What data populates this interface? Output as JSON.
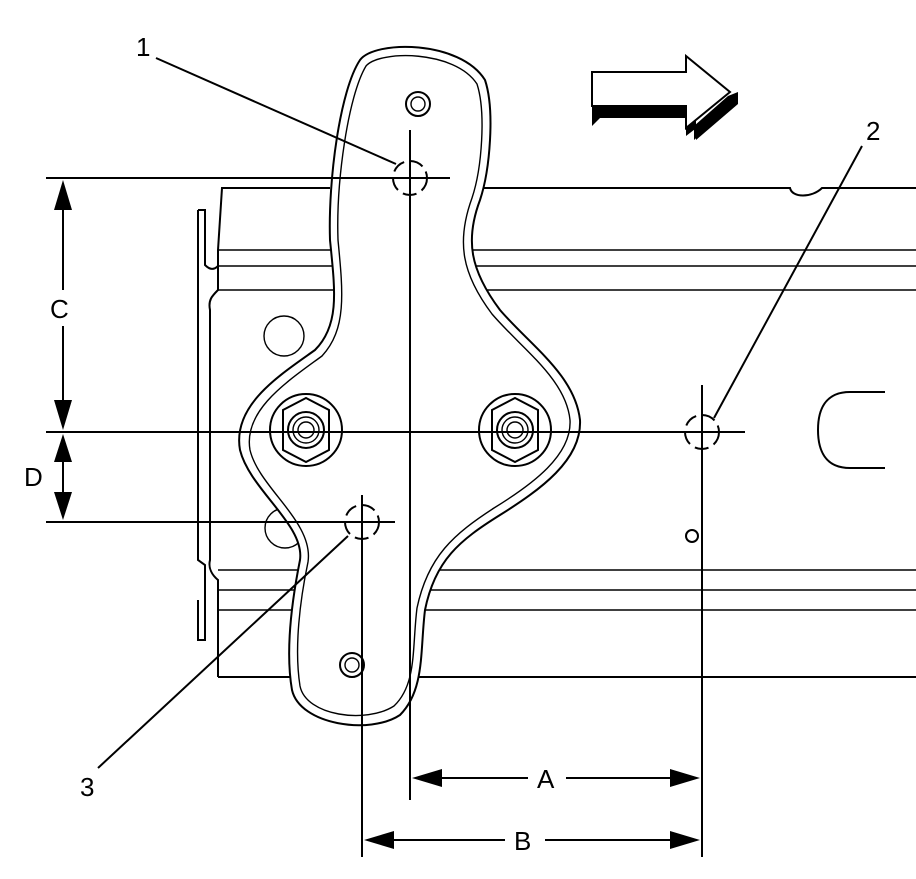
{
  "callouts": [
    "1",
    "2",
    "3"
  ],
  "dimensions": [
    "A",
    "B",
    "C",
    "D"
  ],
  "direction_indicator": "arrow-right-icon",
  "colors": {
    "stroke": "#000000",
    "background": "#ffffff"
  }
}
